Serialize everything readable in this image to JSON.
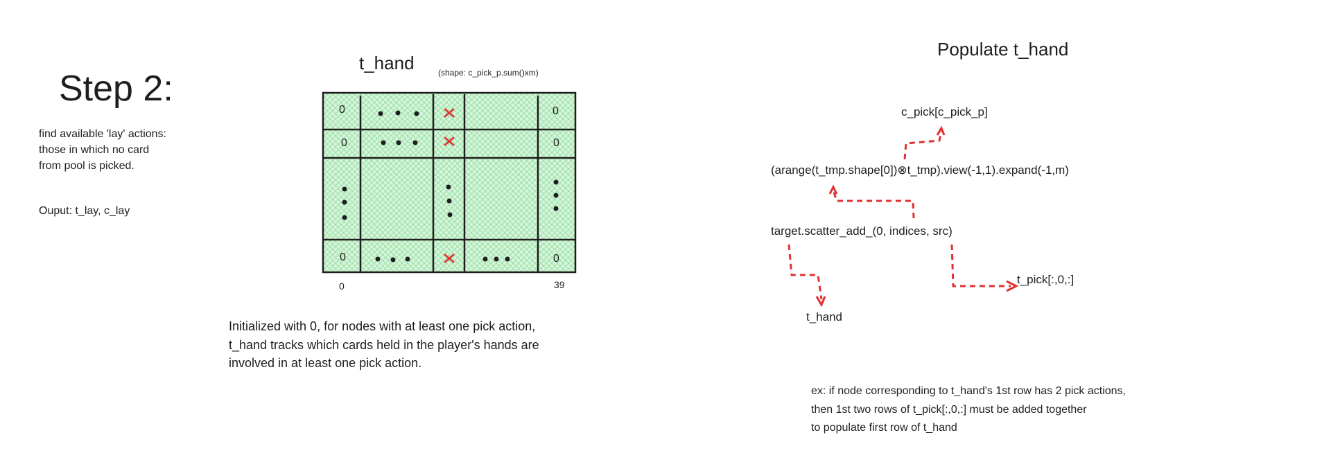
{
  "step": {
    "title": "Step 2:",
    "description": [
      "find available 'lay' actions:",
      "those in which no card",
      "from pool is picked."
    ],
    "output": "Ouput: t_lay, c_lay"
  },
  "matrix": {
    "title": "t_hand",
    "shape": "(shape: c_pick_p.sum()xm)",
    "zero": "0",
    "axis_start": "0",
    "axis_end": "39",
    "fill_color": "#b2f2bb",
    "mark_color": "#e03131",
    "caption": [
      "Initialized with 0, for nodes with at least one pick action,",
      "t_hand tracks which cards held in the player's hands are",
      "involved in at least one pick action."
    ]
  },
  "populate": {
    "title": "Populate t_hand",
    "c_pick": "c_pick[c_pick_p]",
    "arange": "(arange(t_tmp.shape[0])⊗t_tmp).view(-1,1).expand(-1,m)",
    "scatter": "target.scatter_add_(0, indices, src)",
    "t_pick": "t_pick[:,0,:]",
    "t_hand": "t_hand",
    "example": [
      "ex: if node corresponding to t_hand's 1st row has 2 pick actions,",
      "then 1st two rows of t_pick[:,0,:] must be added together",
      "to populate first row of t_hand"
    ]
  }
}
